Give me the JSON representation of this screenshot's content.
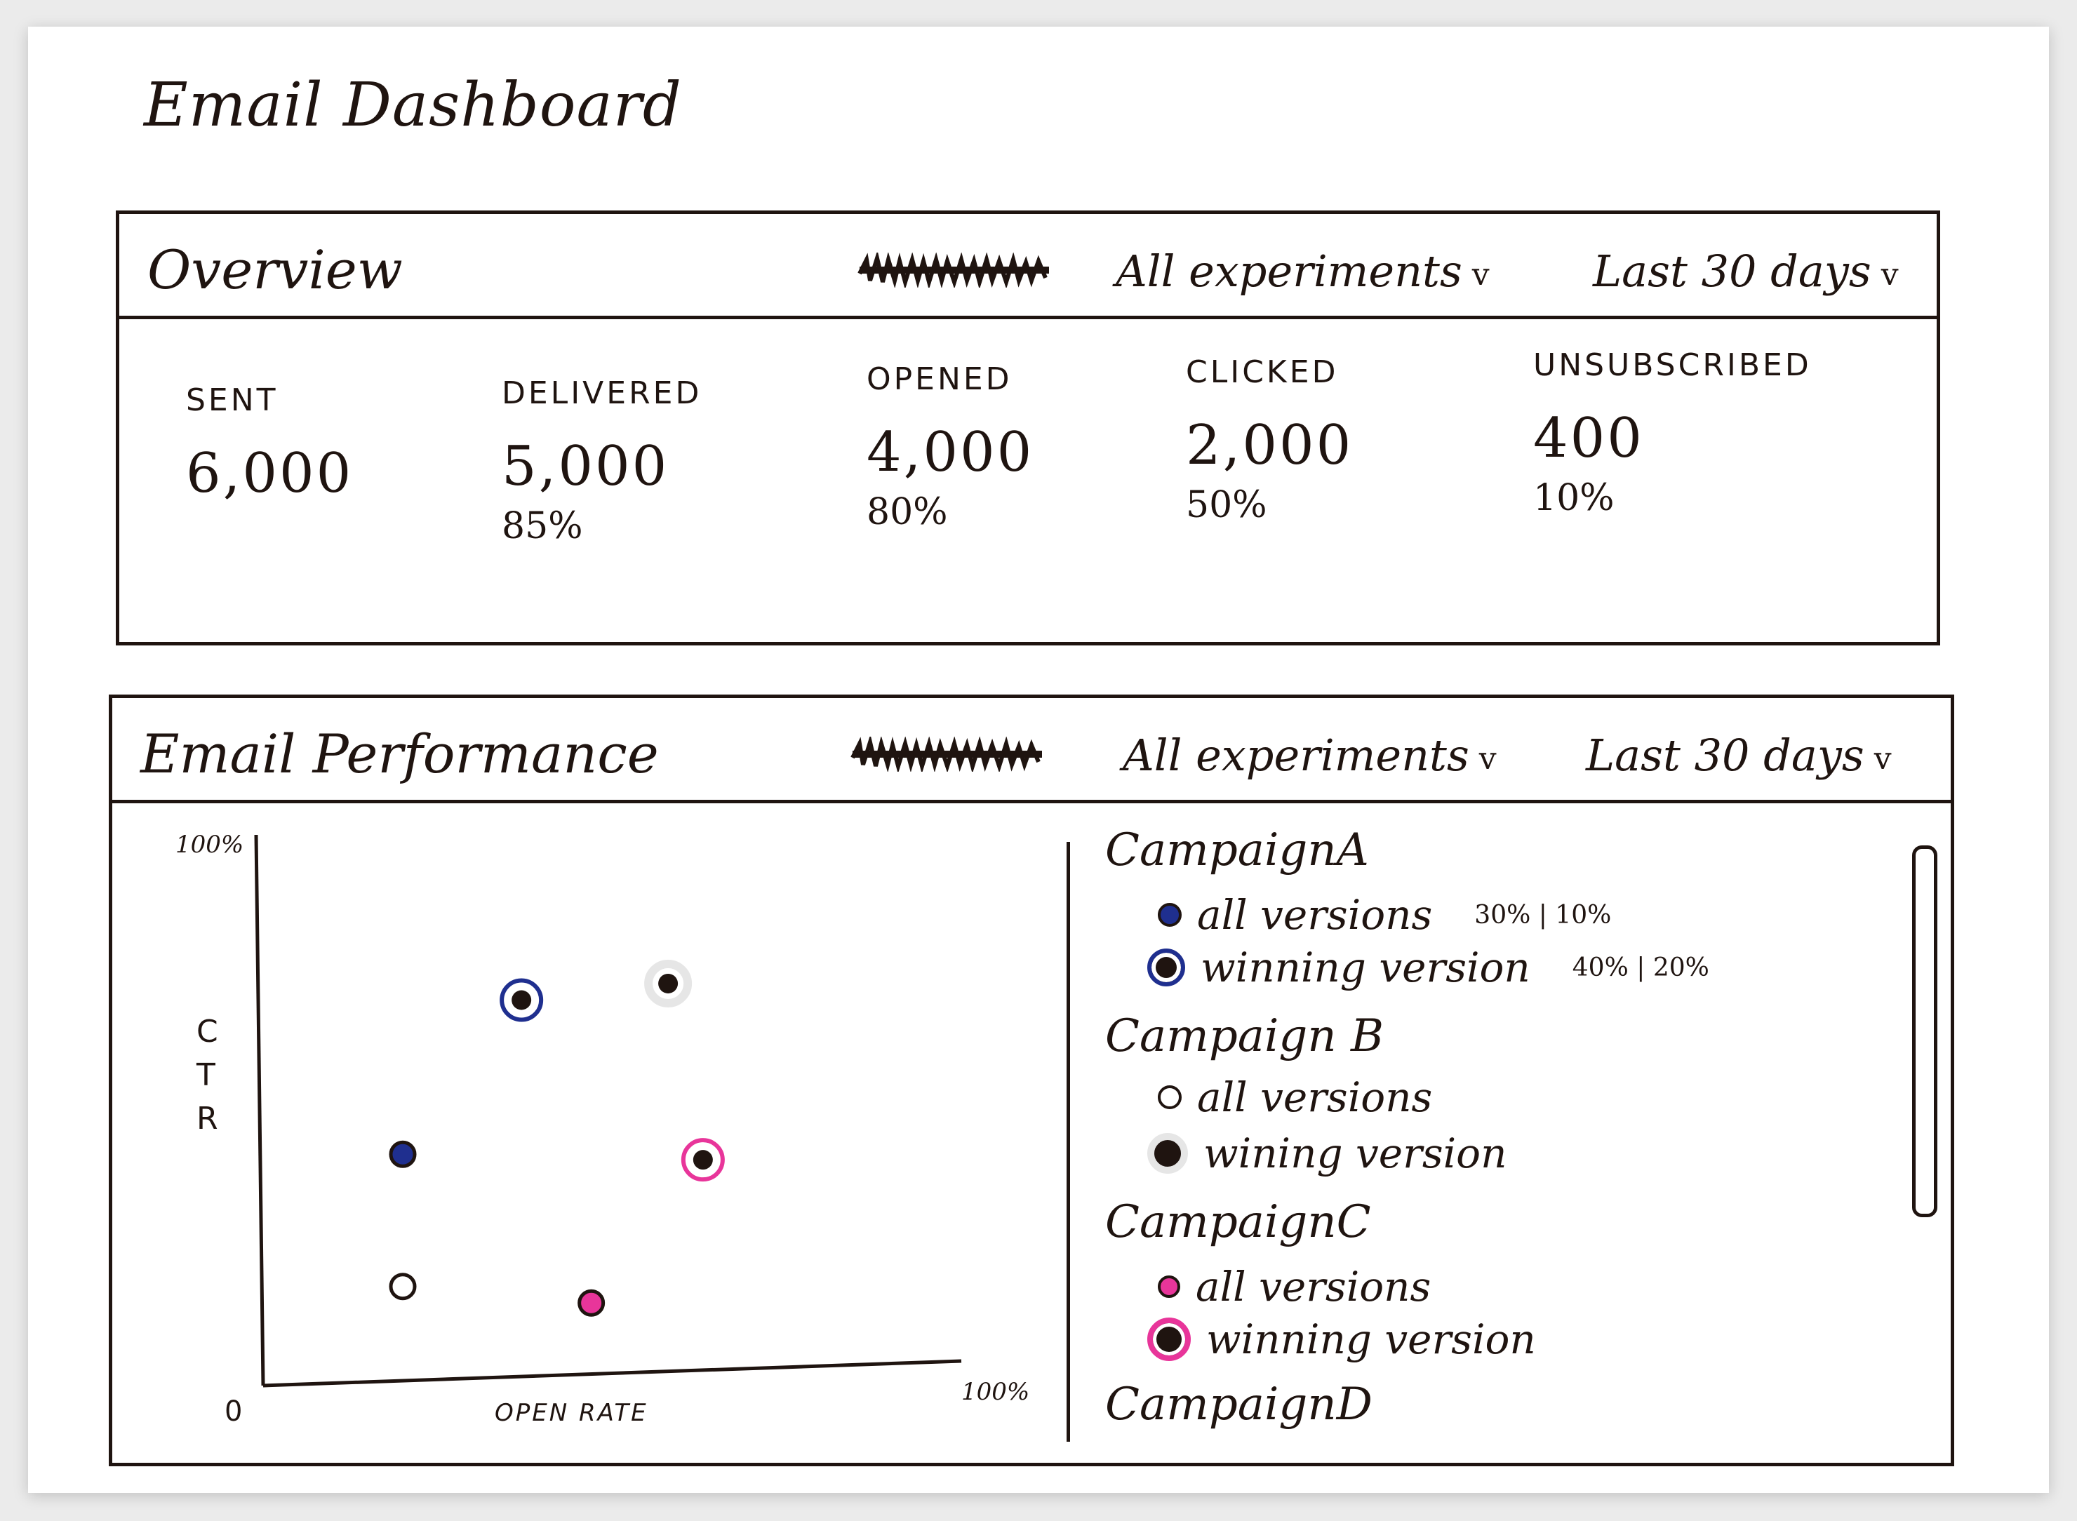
{
  "page": {
    "title": "Email Dashboard"
  },
  "overview": {
    "title": "Overview",
    "experiments_filter": "All experiments",
    "date_filter": "Last 30 days",
    "stats": [
      {
        "label": "SENT",
        "value": "6,000",
        "pct": ""
      },
      {
        "label": "DELIVERED",
        "value": "5,000",
        "pct": "85%"
      },
      {
        "label": "OPENED",
        "value": "4,000",
        "pct": "80%"
      },
      {
        "label": "CLICKED",
        "value": "2,000",
        "pct": "50%"
      },
      {
        "label": "UNSUBSCRIBED",
        "value": "400",
        "pct": "10%"
      }
    ]
  },
  "performance": {
    "title": "Email Performance",
    "experiments_filter": "All experiments",
    "date_filter": "Last 30 days",
    "legend": [
      {
        "name": "CampaignA",
        "items": [
          {
            "label": "all versions",
            "rates": "30% | 10%"
          },
          {
            "label": "winning version",
            "rates": "40% | 20%"
          }
        ]
      },
      {
        "name": "Campaign B",
        "items": [
          {
            "label": "all versions",
            "rates": ""
          },
          {
            "label": "wining version",
            "rates": ""
          }
        ]
      },
      {
        "name": "CampaignC",
        "items": [
          {
            "label": "all versions",
            "rates": ""
          },
          {
            "label": "winning version",
            "rates": ""
          }
        ]
      },
      {
        "name": "CampaignD",
        "items": []
      }
    ]
  },
  "colors": {
    "ink": "#1f1410",
    "campaign_a": "#1f2f8f",
    "campaign_b": "#e6e6e6",
    "campaign_c": "#e8359a"
  },
  "chart_data": {
    "type": "scatter",
    "title": "",
    "xlabel": "OPEN RATE",
    "ylabel": "CTR",
    "x_tick_labels": [
      "0",
      "100%"
    ],
    "y_tick_labels": [
      "100%"
    ],
    "xlim": [
      0,
      100
    ],
    "ylim": [
      0,
      100
    ],
    "grid": false,
    "legend_position": "right",
    "series": [
      {
        "name": "CampaignA all versions",
        "points": [
          {
            "x": 20,
            "y": 42
          }
        ]
      },
      {
        "name": "CampaignA winning version",
        "points": [
          {
            "x": 37,
            "y": 70
          }
        ]
      },
      {
        "name": "Campaign B all versions",
        "points": [
          {
            "x": 20,
            "y": 18
          }
        ]
      },
      {
        "name": "Campaign B wining version",
        "points": [
          {
            "x": 58,
            "y": 73
          }
        ]
      },
      {
        "name": "CampaignC all versions",
        "points": [
          {
            "x": 47,
            "y": 15
          }
        ]
      },
      {
        "name": "CampaignC winning version",
        "points": [
          {
            "x": 63,
            "y": 41
          }
        ]
      }
    ]
  }
}
